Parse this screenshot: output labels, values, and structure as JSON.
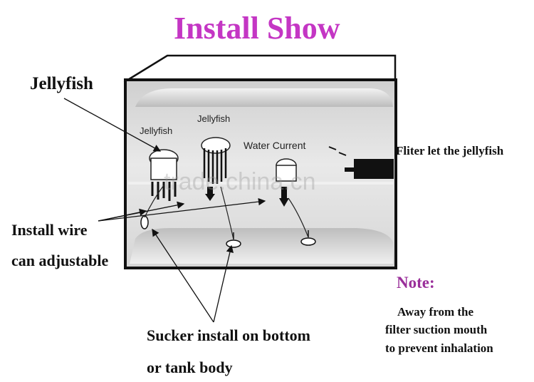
{
  "title": "Install Show",
  "labels": {
    "jellyfish_main": "Jellyfish",
    "jellyfish_left": "Jellyfish",
    "jellyfish_center": "Jellyfish",
    "water_current": "Water Current",
    "filter": "Fliter let the jellyfish",
    "install_wire_1": "Install wire",
    "install_wire_2": "can adjustable",
    "sucker_1": "Sucker install on bottom",
    "sucker_2": "or tank body",
    "watermark": "trade.china.cn"
  },
  "note": {
    "heading": "Note:",
    "line1": "Away from the",
    "line2": "filter suction mouth",
    "line3": "to prevent inhalation"
  },
  "colors": {
    "title": "#c436c4",
    "note_heading": "#9a2f9a",
    "tank_outline": "#111111",
    "water": "#d8d8d8"
  }
}
